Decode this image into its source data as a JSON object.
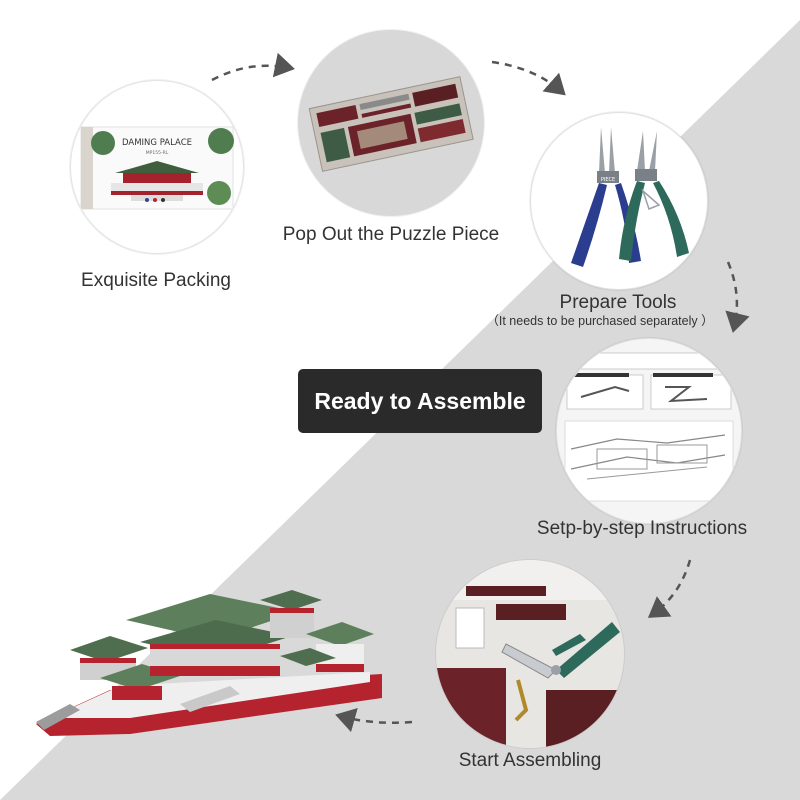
{
  "steps": {
    "packing": {
      "label": "Exquisite Packing",
      "box_title": "DAMING PALACE",
      "box_code": "MP155-RL"
    },
    "pop_out": {
      "label": "Pop Out the Puzzle Piece"
    },
    "tools": {
      "label": "Prepare Tools",
      "note": "（It needs to be purchased separately ）",
      "pliers_tag": "PIECE"
    },
    "instructions": {
      "label": "Setp-by-step Instructions"
    },
    "assembling": {
      "label": "Start Assembling"
    }
  },
  "center_badge": "Ready to Assemble",
  "icons": [
    "dashed-arrow-icon",
    "pliers-icon",
    "palace-model-icon"
  ],
  "colors": {
    "badge_bg": "#2a2a2a",
    "diagonal_gray": "#d9d9d9",
    "pliers_blue": "#2a3d8f",
    "pliers_green": "#2e6a5c",
    "roof_green": "#5e7f5c",
    "wall_red": "#b5232f"
  }
}
